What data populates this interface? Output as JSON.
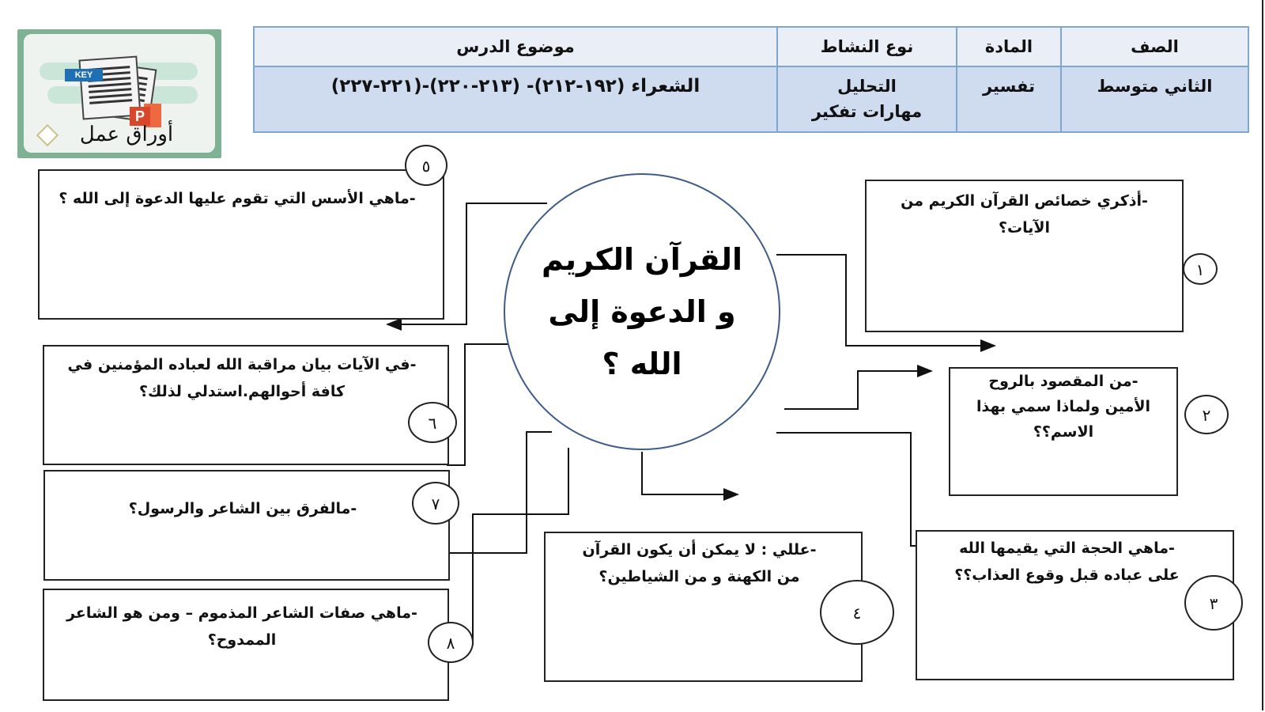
{
  "header": {
    "columns": [
      {
        "key": "grade",
        "label": "الصف",
        "value": "الثاني متوسط"
      },
      {
        "key": "subject",
        "label": "المادة",
        "value": "تفسير"
      },
      {
        "key": "activity",
        "label": "نوع النشاط",
        "value_line1": "التحليل",
        "value_line2": "مهارات تفكير"
      },
      {
        "key": "topic",
        "label": "موضوع الدرس",
        "value": "الشعراء (١٩٢-٢١٢)- (٢١٣-٢٢٠)-(٢٢١-٢٢٧)"
      }
    ]
  },
  "logo": {
    "title": "أوراق عمل",
    "badge_key": "KEY",
    "badge_ppt": "P"
  },
  "center": {
    "line1": "القرآن الكريم",
    "line2": "و الدعوة إلى",
    "line3": "الله ؟"
  },
  "questions": [
    {
      "number": "١",
      "text": "-أذكري خصائص القرآن الكريم من الآيات؟"
    },
    {
      "number": "٢",
      "text": "-من المقصود بالروح الأمين ولماذا سمي بهذا الاسم؟؟"
    },
    {
      "number": "٣",
      "text": "-ماهي الحجة التي يقيمها الله على عباده قبل وقوع العذاب؟؟"
    },
    {
      "number": "٤",
      "text": "-عللي : لا يمكن أن يكون القرآن من الكهنة و من الشياطين؟"
    },
    {
      "number": "٥",
      "text": "-ماهي الأسس التي تقوم عليها الدعوة إلى الله ؟"
    },
    {
      "number": "٦",
      "text": "-في الآيات بيان مراقبة الله لعباده المؤمنين في كافة أحوالهم.استدلي لذلك؟"
    },
    {
      "number": "٧",
      "text": "-مالفرق بين الشاعر والرسول؟"
    },
    {
      "number": "٨",
      "text": "-ماهي صفات الشاعر المذموم – ومن هو الشاعر الممدوح؟"
    }
  ],
  "colors": {
    "table_border": "#7ea6cf",
    "table_header_bg": "#e9eef7",
    "table_body_bg": "#cfdbee",
    "circle_border": "#3e5c8a",
    "logo_frame": "#7fb295"
  }
}
